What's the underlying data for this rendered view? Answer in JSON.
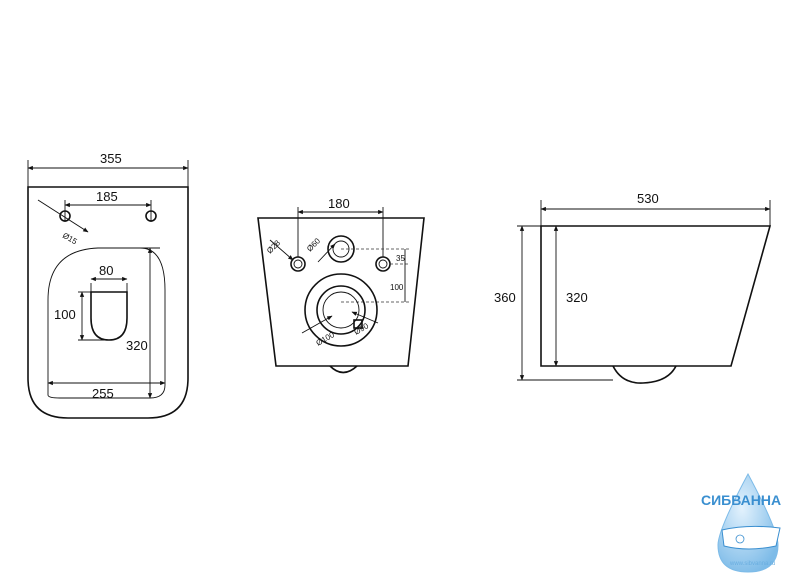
{
  "top_view": {
    "width": "355",
    "hole_spacing": "185",
    "hole_diameter": "Ø15",
    "hole_width": "80",
    "hole_height": "100",
    "bowl_length": "320",
    "bowl_width": "255"
  },
  "rear_view": {
    "pipe_spacing": "180",
    "pipe_diameter_small": "Ø28",
    "pipe_diameter_inlet": "Ø60",
    "offset_right": "35",
    "offset_vertical": "100",
    "outlet_inner": "Ø90",
    "outlet_outer": "Ø100"
  },
  "side_view": {
    "length": "530",
    "total_height": "360",
    "body_height": "320"
  },
  "logo": {
    "name": "СИБВАННА",
    "url": "www.sibvanna.ru",
    "colors": {
      "primary": "#3a8fd0",
      "light": "#a9d3f2"
    }
  }
}
